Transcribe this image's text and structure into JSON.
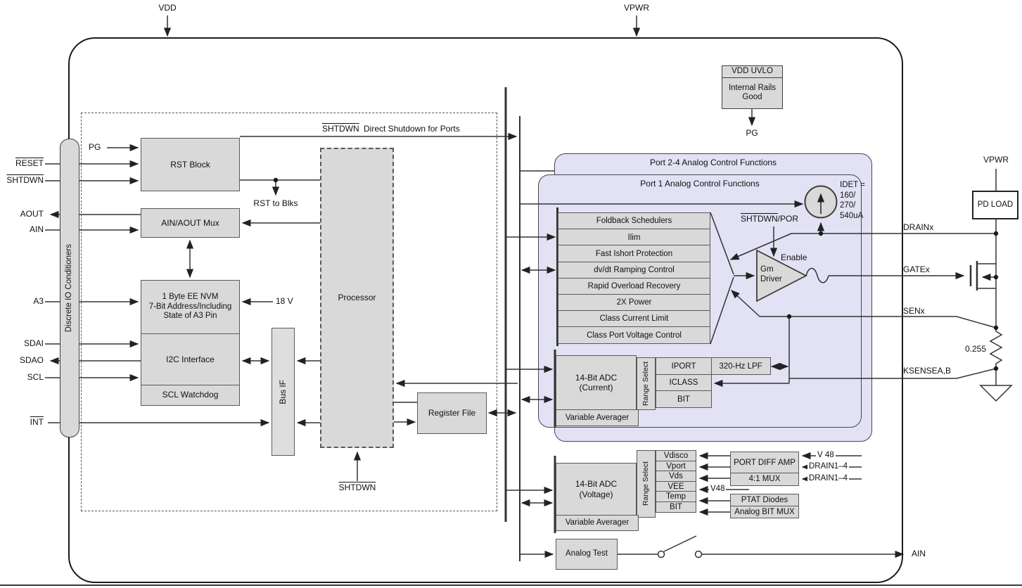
{
  "colors": {
    "block_fill": "#d9d9d9",
    "panel_fill": "#e2e2f4",
    "border": "#595959",
    "wire": "#333333"
  },
  "top_pins": {
    "vdd": "VDD",
    "vpwr": "VPWR"
  },
  "left_pins": {
    "reset": "RESET",
    "shtdwn": "SHTDWN",
    "aout": "AOUT",
    "ain": "AIN",
    "a3": "A3",
    "sdai": "SDAI",
    "sdao": "SDAO",
    "scl": "SCL",
    "int": "INT",
    "pg": "PG"
  },
  "io_conditioners": "Discrete IO Conditioners",
  "digital": {
    "rst_block": "RST Block",
    "rst_to_blks": "RST to Blks",
    "mux": "AIN/AOUT Mux",
    "nvm_line1": "1 Byte EE NVM",
    "nvm_line2": "7-Bit Address/Including",
    "nvm_line3": "State of A3 Pin",
    "v18": "18 V",
    "i2c": "I2C Interface",
    "scl_watchdog": "SCL Watchdog",
    "bus_if": "Bus IF",
    "processor": "Processor",
    "register_file": "Register File",
    "shtdwn_direct_bar": "SHTDWN",
    "shtdwn_direct_rest": "Direct Shutdown for Ports",
    "shtdwn_proc": "SHTDWN"
  },
  "uvlo": {
    "title": "VDD UVLO",
    "body_line1": "Internal Rails",
    "body_line2": "Good",
    "pg": "PG"
  },
  "ports": {
    "port24_title": "Port 2-4 Analog Control Functions",
    "port1_title": "Port 1 Analog Control Functions",
    "functions": [
      "Foldback Schedulers",
      "Ilim",
      "Fast Ishort Protection",
      "dv/dt Ramping Control",
      "Rapid Overload Recovery",
      "2X Power",
      "Class Current Limit",
      "Class Port Voltage Control"
    ],
    "idet_line1": "IDET =",
    "idet_line2": "160/",
    "idet_line3": "270/",
    "idet_line4": "540uA",
    "shtdwn_por_bar": "SHTDWN",
    "shtdwn_por_rest": "/POR",
    "enable": "Enable",
    "gm_line1": "Gm",
    "gm_line2": "Driver",
    "adc_current_line1": "14-Bit ADC",
    "adc_current_line2": "(Current)",
    "range_select": "Range Select",
    "iport": "IPORT",
    "iclass": "ICLASS",
    "bit": "BIT",
    "lpf": "320-Hz LPF",
    "variable_averager": "Variable Averager"
  },
  "vadc": {
    "adc_line1": "14-Bit ADC",
    "adc_line2": "(Voltage)",
    "range_select": "Range Select",
    "rows": [
      "Vdisco",
      "Vport",
      "Vds",
      "VEE",
      "Temp",
      "BIT"
    ],
    "variable_averager": "Variable Averager",
    "port_diff_amp": "PORT DIFF AMP",
    "mux41": "4:1 MUX",
    "ptat": "PTAT Diodes",
    "analog_bit_mux": "Analog BIT MUX",
    "v48_mid": "V48",
    "v48_right": "V 48",
    "drain14_a": "DRAIN1–4",
    "drain14_b": "DRAIN1–4"
  },
  "analog_test": "Analog Test",
  "right_pins": {
    "drainx": "DRAINx",
    "gatex": "GATEx",
    "senx": "SENx",
    "ksense": "KSENSEA,B",
    "ain_out": "AIN",
    "vpwr": "VPWR"
  },
  "external": {
    "pd_load": "PD LOAD",
    "r_sense": "0.255"
  }
}
